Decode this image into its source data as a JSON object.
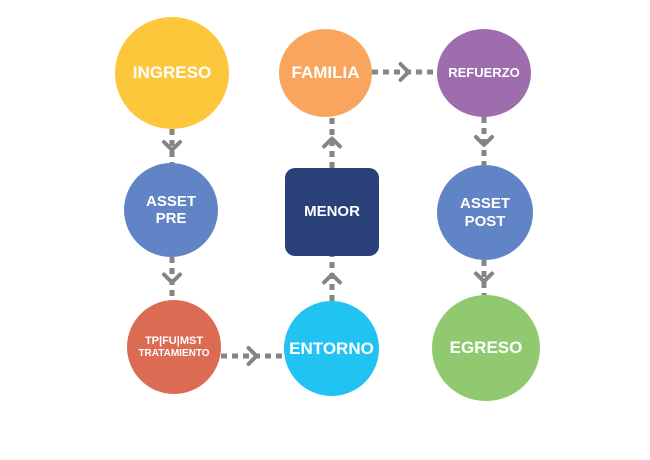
{
  "diagram": {
    "nodes": {
      "ingreso": {
        "label": "INGRESO",
        "color": "#fdc73c"
      },
      "asset_pre": {
        "line1": "ASSET",
        "line2": "PRE",
        "color": "#6184c6"
      },
      "tratamiento": {
        "line1": "TP|FU|MST",
        "line2": "TRATAMIENTO",
        "color": "#dc6b53"
      },
      "entorno": {
        "label": "ENTORNO",
        "color": "#21c3f2"
      },
      "menor": {
        "label": "MENOR",
        "color": "#2a4079"
      },
      "familia": {
        "label": "FAMILIA",
        "color": "#faa55e"
      },
      "refuerzo": {
        "label": "REFUERZO",
        "color": "#9e6dae"
      },
      "asset_post": {
        "line1": "ASSET",
        "line2": "POST",
        "color": "#6184c6"
      },
      "egreso": {
        "label": "EGRESO",
        "color": "#90c970"
      }
    },
    "connector_color": "#858585"
  }
}
